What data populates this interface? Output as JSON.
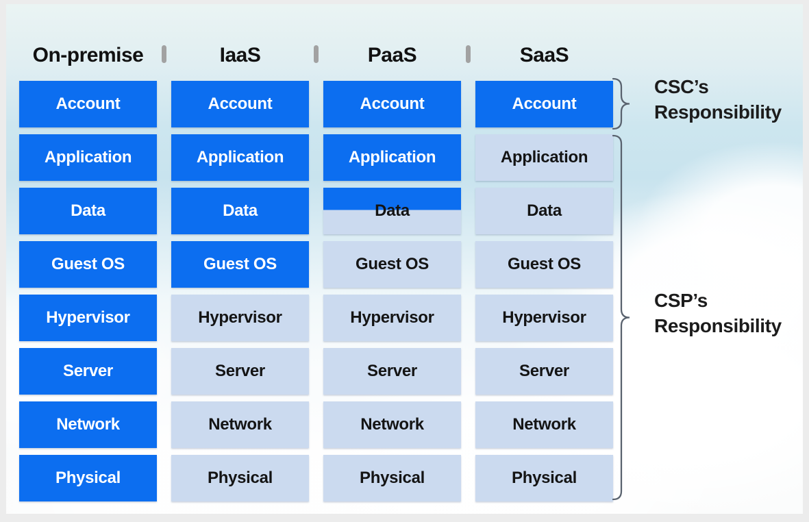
{
  "grid": {
    "columns": [
      {
        "label": "On-premise",
        "cells": [
          {
            "text": "Account",
            "owner": "CSC"
          },
          {
            "text": "Application",
            "owner": "CSC"
          },
          {
            "text": "Data",
            "owner": "CSC"
          },
          {
            "text": "Guest OS",
            "owner": "CSC"
          },
          {
            "text": "Hypervisor",
            "owner": "CSC"
          },
          {
            "text": "Server",
            "owner": "CSC"
          },
          {
            "text": "Network",
            "owner": "CSC"
          },
          {
            "text": "Physical",
            "owner": "CSC"
          }
        ]
      },
      {
        "label": "IaaS",
        "cells": [
          {
            "text": "Account",
            "owner": "CSC"
          },
          {
            "text": "Application",
            "owner": "CSC"
          },
          {
            "text": "Data",
            "owner": "CSC"
          },
          {
            "text": "Guest OS",
            "owner": "CSC"
          },
          {
            "text": "Hypervisor",
            "owner": "CSP"
          },
          {
            "text": "Server",
            "owner": "CSP"
          },
          {
            "text": "Network",
            "owner": "CSP"
          },
          {
            "text": "Physical",
            "owner": "CSP"
          }
        ]
      },
      {
        "label": "PaaS",
        "cells": [
          {
            "text": "Account",
            "owner": "CSC"
          },
          {
            "text": "Application",
            "owner": "CSC"
          },
          {
            "text": "Data",
            "owner": "shared"
          },
          {
            "text": "Guest OS",
            "owner": "CSP"
          },
          {
            "text": "Hypervisor",
            "owner": "CSP"
          },
          {
            "text": "Server",
            "owner": "CSP"
          },
          {
            "text": "Network",
            "owner": "CSP"
          },
          {
            "text": "Physical",
            "owner": "CSP"
          }
        ]
      },
      {
        "label": "SaaS",
        "cells": [
          {
            "text": "Account",
            "owner": "CSC"
          },
          {
            "text": "Application",
            "owner": "CSP"
          },
          {
            "text": "Data",
            "owner": "CSP"
          },
          {
            "text": "Guest OS",
            "owner": "CSP"
          },
          {
            "text": "Hypervisor",
            "owner": "CSP"
          },
          {
            "text": "Server",
            "owner": "CSP"
          },
          {
            "text": "Network",
            "owner": "CSP"
          },
          {
            "text": "Physical",
            "owner": "CSP"
          }
        ]
      }
    ]
  },
  "annotations": {
    "csc": {
      "line1": "CSC’s",
      "line2": "Responsibility"
    },
    "csp": {
      "line1": "CSP’s",
      "line2": "Responsibility"
    }
  },
  "colors": {
    "csc_fill": "#0c6ef0",
    "csc_text": "#ffffff",
    "csp_fill": "#cbdaef",
    "csp_text": "#141414",
    "header_text": "#111111",
    "separator": "#a2a2a2",
    "brace": "#59626e",
    "sky": "#c8e3ee",
    "outer_margin": "#ececec"
  }
}
